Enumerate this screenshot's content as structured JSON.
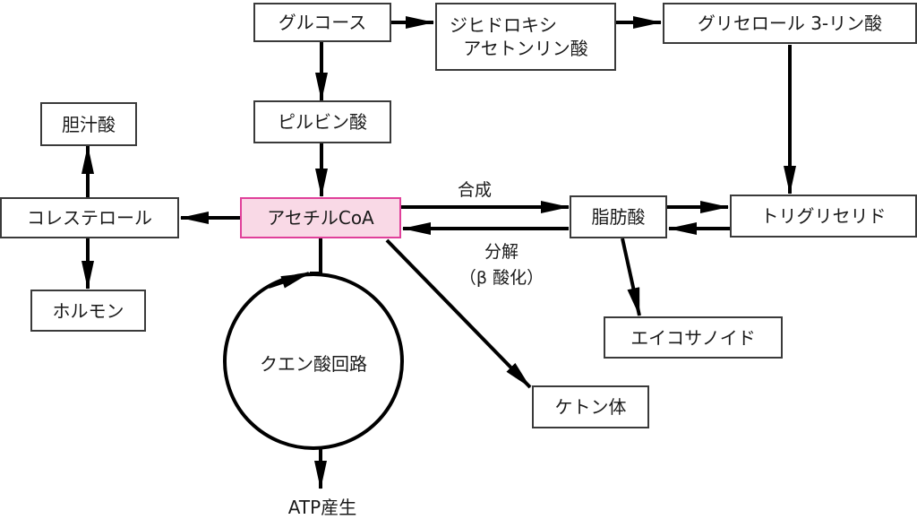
{
  "nodes": {
    "glucose": "グルコース",
    "dhap_line1": "ジヒドロキシ",
    "dhap_line2": "アセトンリン酸",
    "glycerol3p": "グリセロール 3-リン酸",
    "pyruvate": "ピルビン酸",
    "bile_acid": "胆汁酸",
    "cholesterol": "コレステロール",
    "acetyl_coa": "アセチルCoA",
    "fatty_acid": "脂肪酸",
    "triglyceride": "トリグリセリド",
    "hormone": "ホルモン",
    "eicosanoid": "エイコサノイド",
    "ketone_body": "ケトン体",
    "citric_cycle": "クエン酸回路",
    "atp": "ATP産生"
  },
  "edge_labels": {
    "synthesis": "合成",
    "degradation": "分解",
    "beta_oxidation": "（β 酸化）"
  },
  "colors": {
    "highlight_fill": "#f9d9e6",
    "highlight_border": "#e0409a",
    "line": "#000000"
  }
}
